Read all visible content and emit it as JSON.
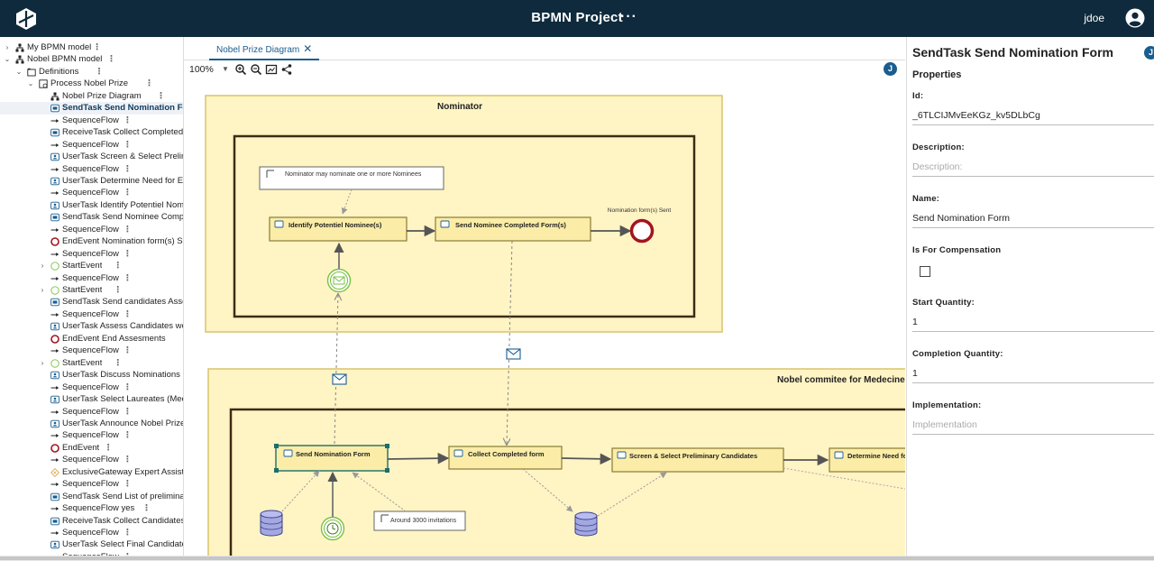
{
  "header": {
    "title": "BPMN Project",
    "menu_label": "···",
    "user": "jdoe"
  },
  "tree": [
    {
      "label": "My BPMN model",
      "indent": 0,
      "twisty": ">",
      "icon": "tree-icon"
    },
    {
      "label": "Nobel BPMN model",
      "indent": 0,
      "twisty": "v",
      "icon": "tree-icon"
    },
    {
      "label": "Definitions",
      "indent": 1,
      "twisty": "v",
      "icon": "definitions-icon"
    },
    {
      "label": "Process Nobel Prize",
      "indent": 2,
      "twisty": "v",
      "icon": "process-icon"
    },
    {
      "label": "Nobel Prize Diagram",
      "indent": 3,
      "twisty": "",
      "icon": "tree-icon"
    },
    {
      "label": "SendTask Send Nomination Form",
      "indent": 3,
      "twisty": "",
      "icon": "task-icon",
      "selected": true
    },
    {
      "label": "SequenceFlow",
      "indent": 3,
      "twisty": "",
      "icon": "arrow-icon"
    },
    {
      "label": "ReceiveTask Collect Completed form",
      "indent": 3,
      "twisty": "",
      "icon": "task-icon"
    },
    {
      "label": "SequenceFlow",
      "indent": 3,
      "twisty": "",
      "icon": "arrow-icon"
    },
    {
      "label": "UserTask Screen & Select Preliminary",
      "indent": 3,
      "twisty": "",
      "icon": "user-task-icon"
    },
    {
      "label": "SequenceFlow",
      "indent": 3,
      "twisty": "",
      "icon": "arrow-icon"
    },
    {
      "label": "UserTask Determine Need for Expert",
      "indent": 3,
      "twisty": "",
      "icon": "user-task-icon"
    },
    {
      "label": "SequenceFlow",
      "indent": 3,
      "twisty": "",
      "icon": "arrow-icon"
    },
    {
      "label": "UserTask Identify Potentiel Nominee",
      "indent": 3,
      "twisty": "",
      "icon": "user-task-icon"
    },
    {
      "label": "SendTask Send Nominee Completed",
      "indent": 3,
      "twisty": "",
      "icon": "task-icon"
    },
    {
      "label": "SequenceFlow",
      "indent": 3,
      "twisty": "",
      "icon": "arrow-icon"
    },
    {
      "label": "EndEvent Nomination form(s) Sent",
      "indent": 3,
      "twisty": "",
      "icon": "end-event-icon"
    },
    {
      "label": "SequenceFlow",
      "indent": 3,
      "twisty": "",
      "icon": "arrow-icon"
    },
    {
      "label": "StartEvent",
      "indent": 3,
      "twisty": ">",
      "icon": "start-event-icon"
    },
    {
      "label": "SequenceFlow",
      "indent": 3,
      "twisty": "",
      "icon": "arrow-icon"
    },
    {
      "label": "StartEvent",
      "indent": 3,
      "twisty": ">",
      "icon": "start-event-icon"
    },
    {
      "label": "SendTask Send candidates Assessment",
      "indent": 3,
      "twisty": "",
      "icon": "task-icon"
    },
    {
      "label": "SequenceFlow",
      "indent": 3,
      "twisty": "",
      "icon": "arrow-icon"
    },
    {
      "label": "UserTask Assess Candidates work",
      "indent": 3,
      "twisty": "",
      "icon": "user-task-icon"
    },
    {
      "label": "EndEvent End Assesments",
      "indent": 3,
      "twisty": "",
      "icon": "end-event-icon"
    },
    {
      "label": "SequenceFlow",
      "indent": 3,
      "twisty": "",
      "icon": "arrow-icon"
    },
    {
      "label": "StartEvent",
      "indent": 3,
      "twisty": ">",
      "icon": "start-event-icon"
    },
    {
      "label": "UserTask Discuss Nominations on",
      "indent": 3,
      "twisty": "",
      "icon": "user-task-icon"
    },
    {
      "label": "SequenceFlow",
      "indent": 3,
      "twisty": "",
      "icon": "arrow-icon"
    },
    {
      "label": "UserTask Select Laureates (Meeting)",
      "indent": 3,
      "twisty": "",
      "icon": "user-task-icon"
    },
    {
      "label": "SequenceFlow",
      "indent": 3,
      "twisty": "",
      "icon": "arrow-icon"
    },
    {
      "label": "UserTask Announce Nobel Prize",
      "indent": 3,
      "twisty": "",
      "icon": "user-task-icon"
    },
    {
      "label": "SequenceFlow",
      "indent": 3,
      "twisty": "",
      "icon": "arrow-icon"
    },
    {
      "label": "EndEvent",
      "indent": 3,
      "twisty": "",
      "icon": "end-event-icon"
    },
    {
      "label": "SequenceFlow",
      "indent": 3,
      "twisty": "",
      "icon": "arrow-icon"
    },
    {
      "label": "ExclusiveGateway Expert Assistance",
      "indent": 3,
      "twisty": "",
      "icon": "gateway-icon"
    },
    {
      "label": "SequenceFlow",
      "indent": 3,
      "twisty": "",
      "icon": "arrow-icon"
    },
    {
      "label": "SendTask Send List of preliminary",
      "indent": 3,
      "twisty": "",
      "icon": "task-icon"
    },
    {
      "label": "SequenceFlow yes",
      "indent": 3,
      "twisty": "",
      "icon": "arrow-icon"
    },
    {
      "label": "ReceiveTask Collect Candidates",
      "indent": 3,
      "twisty": "",
      "icon": "task-icon"
    },
    {
      "label": "SequenceFlow",
      "indent": 3,
      "twisty": "",
      "icon": "arrow-icon"
    },
    {
      "label": "UserTask Select Final Candidates",
      "indent": 3,
      "twisty": "",
      "icon": "user-task-icon"
    },
    {
      "label": "SequenceFlow",
      "indent": 3,
      "twisty": "",
      "icon": "arrow-icon"
    }
  ],
  "editor": {
    "tab_label": "Nobel Prize Diagram",
    "zoom": "100%",
    "collaborator": "J"
  },
  "diagram": {
    "pool_nominator": "Nominator",
    "pool_committee": "Nobel commitee for Medecine",
    "annotation_nominator": "Nominator may nominate one or more Nominees",
    "task_identify": "Identify Potentiel Nominee(s)",
    "task_send_completed": "Send Nominee Completed Form(s)",
    "end_event_label": "Nomination form(s) Sent",
    "task_send_nomination": "Send Nomination Form",
    "task_collect": "Collect Completed form",
    "task_screen": "Screen & Select Preliminary Candidates",
    "task_determine": "Determine Need for Expert Assistance",
    "annotation_invitations": "Around 3000 invitations"
  },
  "properties": {
    "title": "SendTask Send Nomination Form",
    "avatar": "J",
    "section": "Properties",
    "id_label": "Id:",
    "id_value": "_6TLCIJMvEeKGz_kv5DLbCg",
    "description_label": "Description:",
    "description_placeholder": "Description:",
    "name_label": "Name:",
    "name_value": "Send Nomination Form",
    "compensation_label": "Is For Compensation",
    "start_quantity_label": "Start Quantity:",
    "start_quantity_value": "1",
    "completion_quantity_label": "Completion Quantity:",
    "completion_quantity_value": "1",
    "implementation_label": "Implementation:",
    "implementation_placeholder": "Implementation"
  },
  "colors": {
    "header_bg": "#0e2a3c",
    "pool_fill": "#fff4c4",
    "pool_stroke": "#d8c36a",
    "task_fill": "#fbeda7",
    "task_stroke": "#8a7a35",
    "accent": "#1a5d8f",
    "start_event": "#7ac143",
    "end_event": "#a3141e"
  }
}
